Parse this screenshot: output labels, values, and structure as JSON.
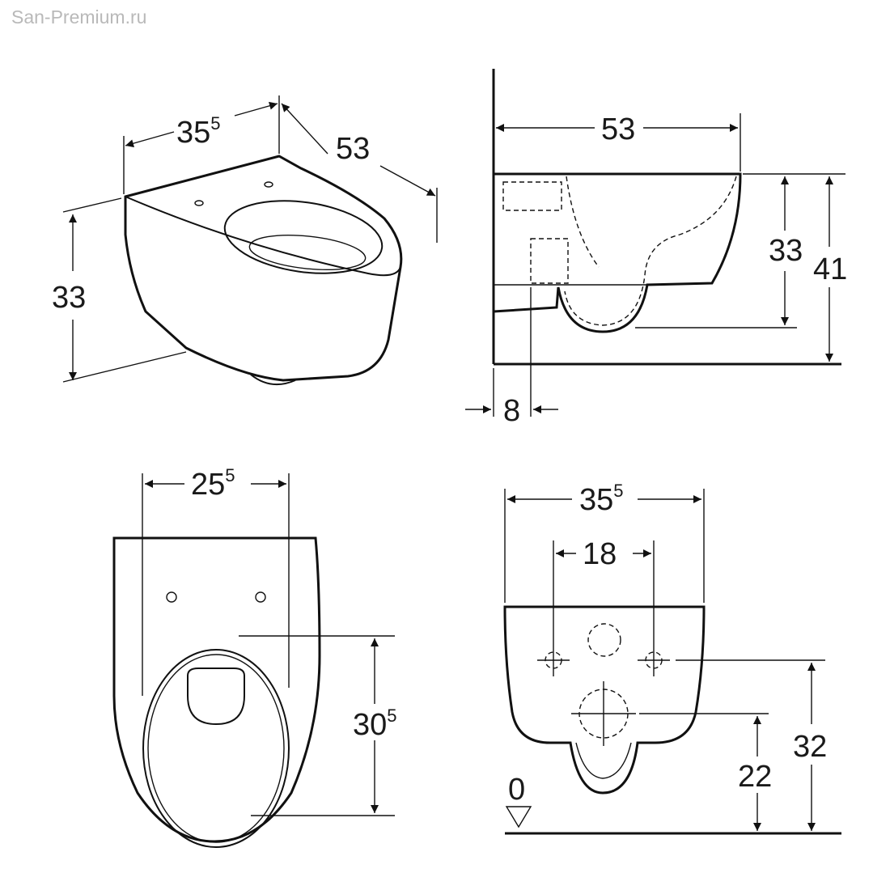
{
  "watermark": "San-Premium.ru",
  "views": {
    "iso": {
      "width": {
        "main": "35",
        "sup": "5"
      },
      "depth": "53",
      "height": "33"
    },
    "side": {
      "depth": "53",
      "bowl_height": "33",
      "total_height": "41",
      "wall_offset": "8"
    },
    "top": {
      "width": {
        "main": "25",
        "sup": "5"
      },
      "opening": {
        "main": "30",
        "sup": "5"
      }
    },
    "rear": {
      "width": {
        "main": "35",
        "sup": "5"
      },
      "bolt_spacing": "18",
      "inlet_height": "22",
      "bolt_height": "32",
      "floor_level": "0"
    }
  },
  "colors": {
    "line": "#111111",
    "text": "#1a1a1a",
    "watermark": "#b9b9b9"
  }
}
